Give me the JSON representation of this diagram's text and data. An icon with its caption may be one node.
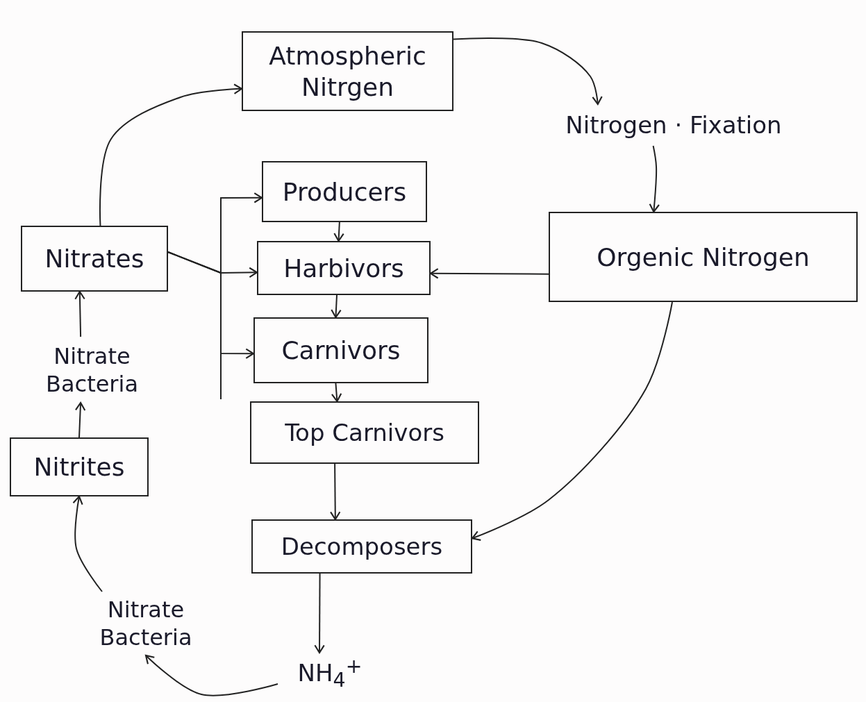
{
  "diagram": {
    "nodes": [
      {
        "text": [
          "Atmospheric Nitrgen"
        ]
      },
      {
        "text": [
          "Nitrogen · Fixation"
        ]
      },
      {
        "text": [
          "Orgenic Nitrogen"
        ]
      },
      {
        "text": [
          "Producers"
        ]
      },
      {
        "text": [
          "Harbivors"
        ]
      },
      {
        "text": [
          "Carnivors"
        ]
      },
      {
        "text": [
          "Top Carnivors"
        ]
      },
      {
        "text": [
          "Decomposers"
        ]
      },
      {
        "text": [
          "NH$_{4}$$^{+}$"
        ]
      },
      {
        "text": [
          "Nitrate Bacteria"
        ]
      },
      {
        "text": [
          "Nitrites"
        ]
      },
      {
        "text": [
          "Nitrate Bacteria"
        ]
      },
      {
        "text": [
          "Nitrates"
        ]
      }
    ],
    "edges": [
      {
        "from": 0,
        "to": 1,
        "arrow": "to"
      },
      {
        "from": 1,
        "to": 2,
        "arrow": "to"
      },
      {
        "from": 2,
        "to": 4,
        "arrow": "to"
      },
      {
        "from": 2,
        "to": 7,
        "arrow": "to"
      },
      {
        "from": 3,
        "to": 4,
        "arrow": "to"
      },
      {
        "from": 4,
        "to": 5,
        "arrow": "to"
      },
      {
        "from": 5,
        "to": 6,
        "arrow": "to"
      },
      {
        "from": 6,
        "to": 7,
        "arrow": "to"
      },
      {
        "from": 7,
        "to": 8,
        "arrow": "to"
      },
      {
        "from": 8,
        "to": 9,
        "arrow": "to"
      },
      {
        "from": 9,
        "to": 10,
        "arrow": "to"
      },
      {
        "from": 10,
        "to": 11,
        "arrow": "to"
      },
      {
        "from": 11,
        "to": 12,
        "arrow": "to"
      },
      {
        "from": 12,
        "to": 0,
        "arrow": "to"
      },
      {
        "from": 12,
        "to": 3,
        "arrow": "to"
      },
      {
        "from": 12,
        "to": 4,
        "arrow": "to"
      },
      {
        "from": 12,
        "to": 5,
        "arrow": "to"
      }
    ]
  }
}
